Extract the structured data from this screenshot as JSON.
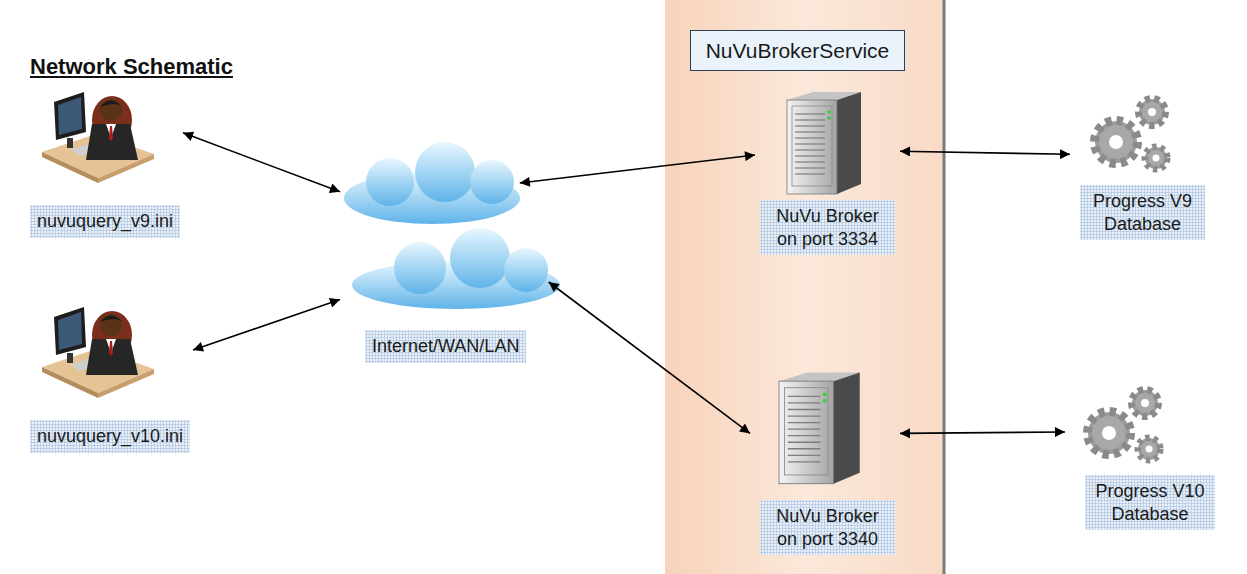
{
  "diagram": {
    "title": "Network Schematic",
    "nodes": [
      {
        "text": [
          "nuvuquery_v9.ini"
        ]
      },
      {
        "text": [
          "nuvuquery_v10.ini"
        ]
      },
      {
        "text": [
          "Internet/WAN/LAN"
        ]
      },
      {
        "text": [
          "NuVuBrokerService"
        ]
      },
      {
        "text": [
          "NuVu Broker on port 3334"
        ],
        "in": 3
      },
      {
        "text": [
          "NuVu Broker on port 3340"
        ],
        "in": 3
      },
      {
        "text": [
          "Progress V9 Database"
        ]
      },
      {
        "text": [
          "Progress V10 Database"
        ]
      }
    ],
    "edges": [
      {
        "from": 0,
        "to": 2,
        "arrow": "both"
      },
      {
        "from": 1,
        "to": 2,
        "arrow": "both"
      },
      {
        "from": 2,
        "to": 4,
        "arrow": "both"
      },
      {
        "from": 2,
        "to": 5,
        "arrow": "both"
      },
      {
        "from": 4,
        "to": 6,
        "arrow": "both"
      },
      {
        "from": 5,
        "to": 7,
        "arrow": "both"
      }
    ]
  }
}
